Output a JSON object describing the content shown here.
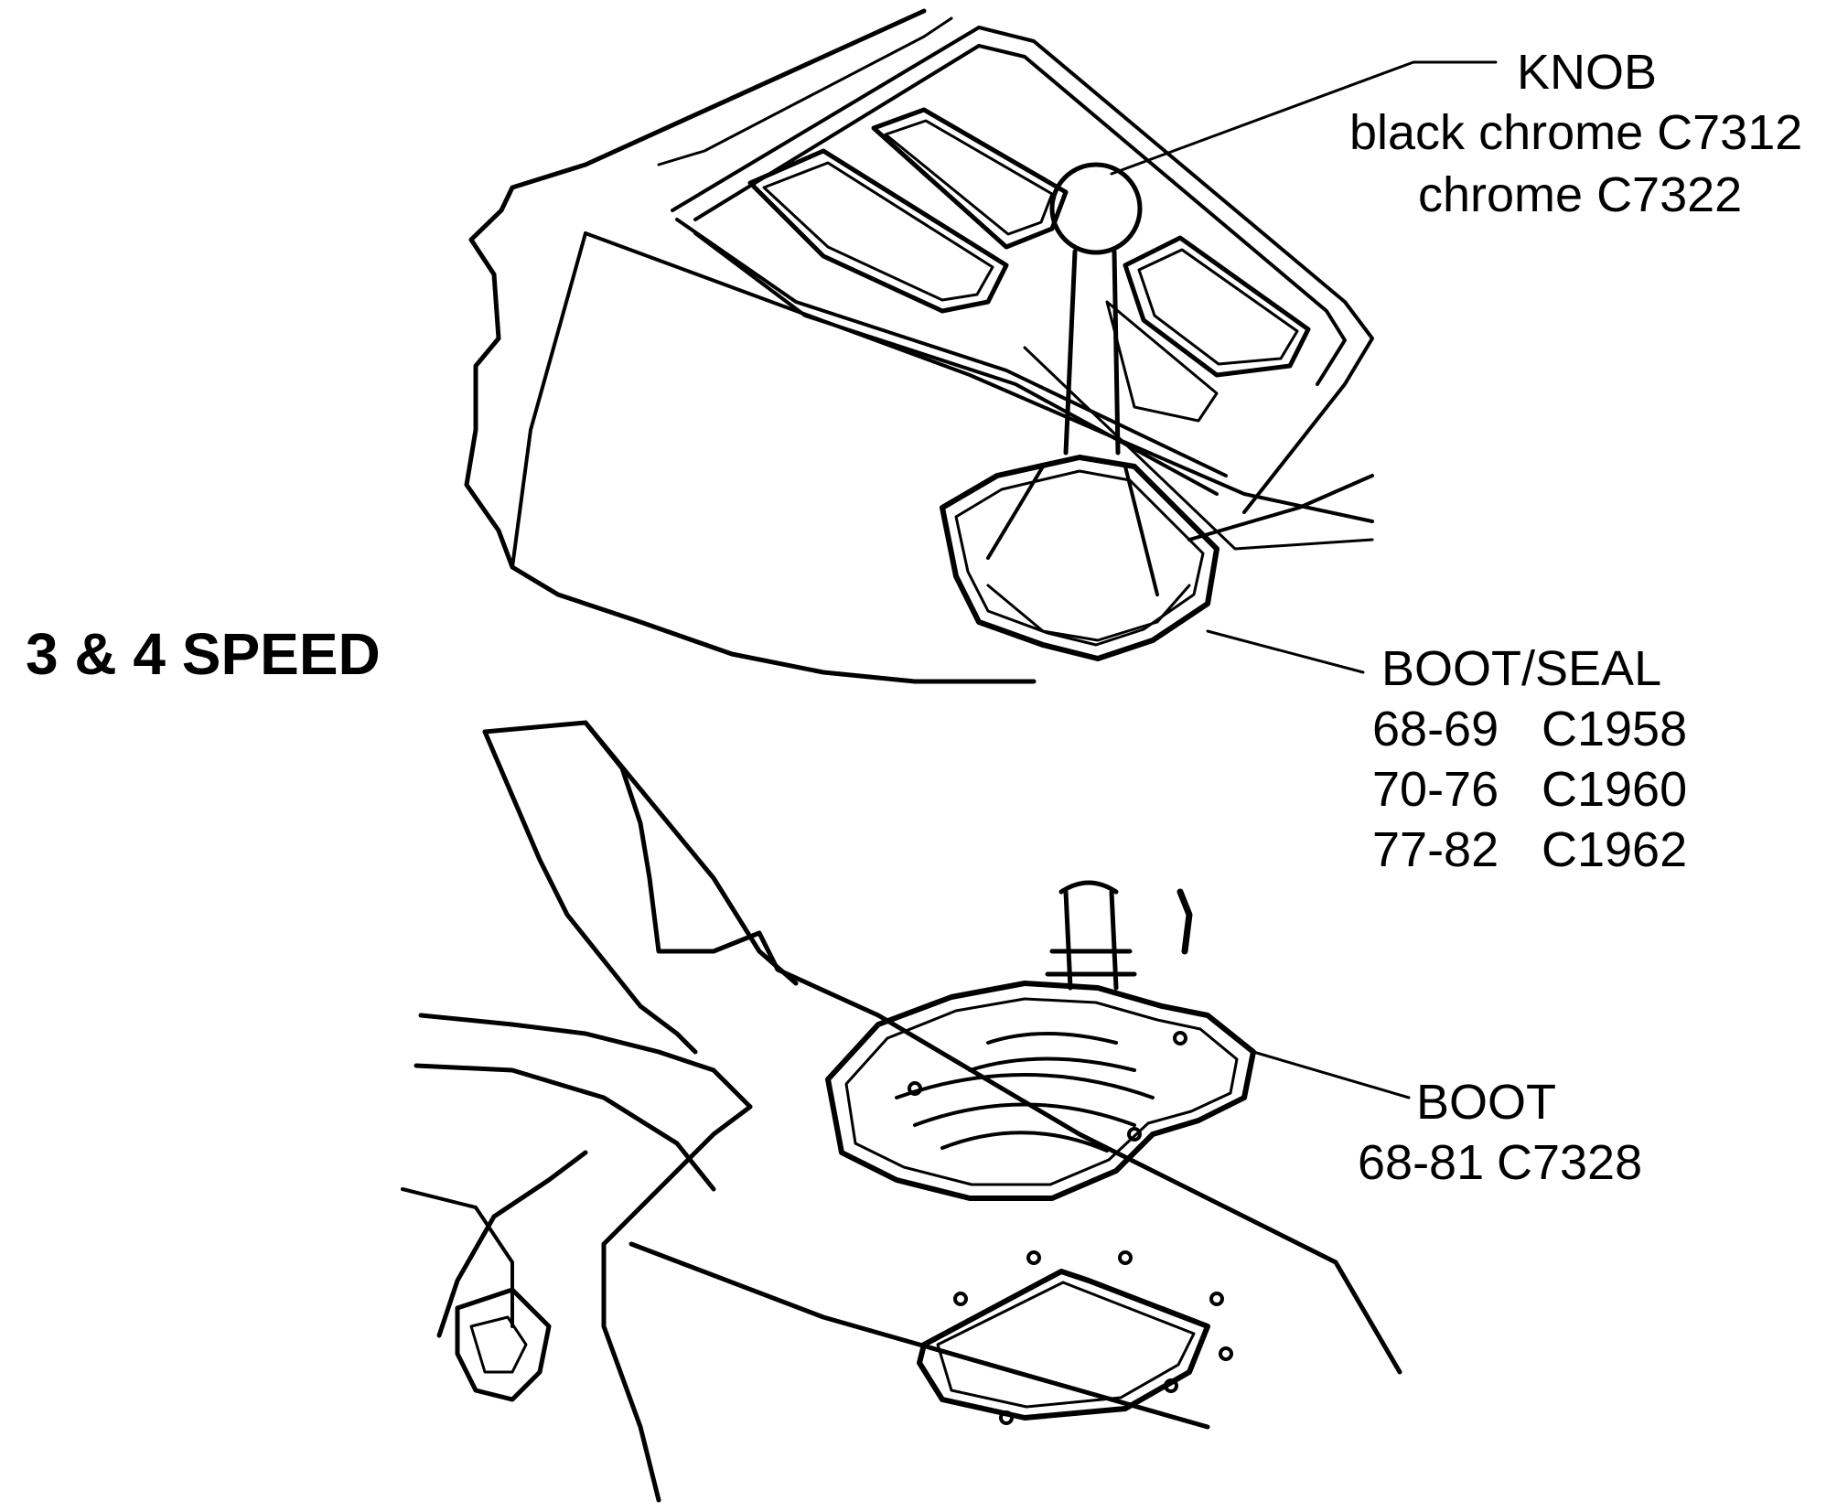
{
  "diagram": {
    "title": "3 & 4 SPEED",
    "knob": {
      "name": "KNOB",
      "variants": [
        "black chrome C7312",
        "chrome C7322"
      ]
    },
    "boot_seal": {
      "name": "BOOT/SEAL",
      "rows": [
        {
          "years": "68-69",
          "part": "C1958"
        },
        {
          "years": "70-76",
          "part": "C1960"
        },
        {
          "years": "77-82",
          "part": "C1962"
        }
      ]
    },
    "boot": {
      "name": "BOOT",
      "rows": [
        {
          "years": "68-81",
          "part": "C7328"
        }
      ]
    }
  },
  "colors": {
    "ink": "#000000",
    "paper": "#ffffff"
  }
}
